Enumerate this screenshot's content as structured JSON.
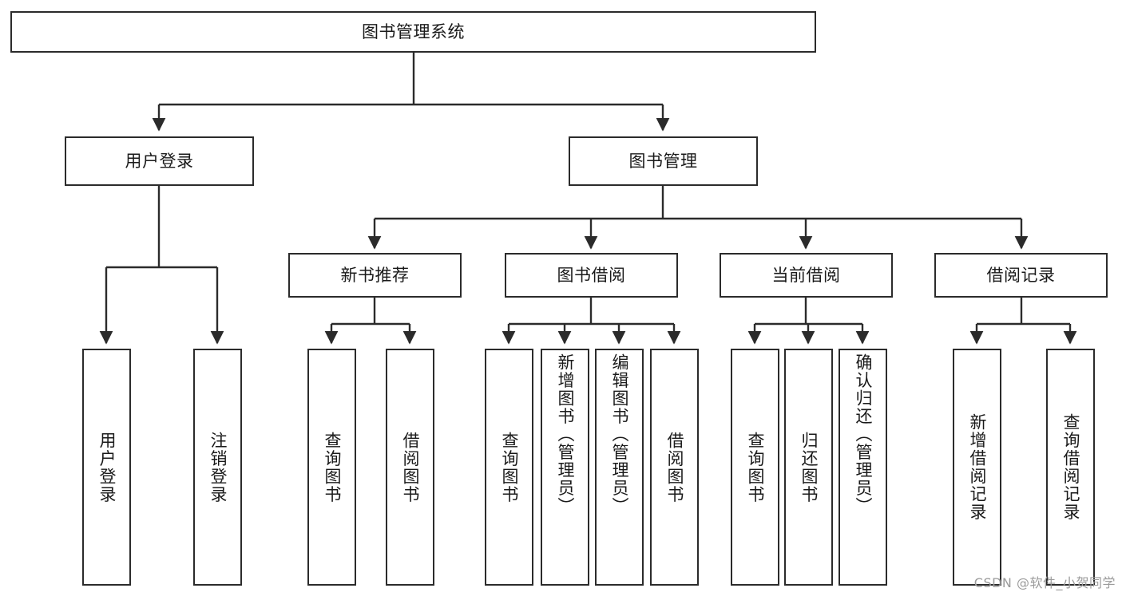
{
  "diagram": {
    "title": "图书管理系统",
    "type": "function-structure-tree",
    "watermark": "CSDN @软件_小贺同学",
    "colors": {
      "border": "#2b2b2b",
      "background": "#ffffff",
      "text": "#1a1a1a",
      "watermark": "#9b9b9b"
    },
    "root": {
      "label": "图书管理系统"
    },
    "level2": [
      {
        "label": "用户登录"
      },
      {
        "label": "图书管理"
      }
    ],
    "level3": [
      {
        "label": "新书推荐"
      },
      {
        "label": "图书借阅"
      },
      {
        "label": "当前借阅"
      },
      {
        "label": "借阅记录"
      }
    ],
    "leaves": {
      "user_login": [
        {
          "label": "用户登录"
        },
        {
          "label": "注销登录"
        }
      ],
      "new_book_recommend": [
        {
          "label": "查询图书"
        },
        {
          "label": "借阅图书"
        }
      ],
      "book_borrow": [
        {
          "label": "查询图书"
        },
        {
          "label": "新增图书（管理员）"
        },
        {
          "label": "编辑图书（管理员）"
        },
        {
          "label": "借阅图书"
        }
      ],
      "current_borrow": [
        {
          "label": "查询图书"
        },
        {
          "label": "归还图书"
        },
        {
          "label": "确认归还（管理员）"
        }
      ],
      "borrow_record": [
        {
          "label": "新增借阅记录"
        },
        {
          "label": "查询借阅记录"
        }
      ]
    }
  }
}
